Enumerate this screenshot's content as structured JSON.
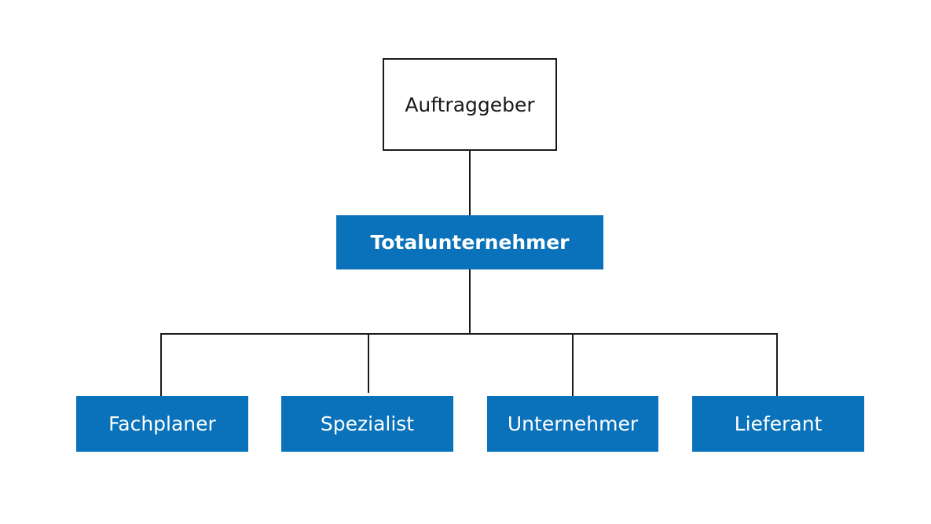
{
  "diagram": {
    "root": {
      "label": "Auftraggeber"
    },
    "middle": {
      "label": "Totalunternehmer",
      "color": "#0a72ba"
    },
    "leaves": [
      {
        "label": "Fachplaner"
      },
      {
        "label": "Spezialist"
      },
      {
        "label": "Unternehmer"
      },
      {
        "label": "Lieferant"
      }
    ],
    "node_color": "#0a72ba",
    "line_color": "#1a1a1a"
  }
}
